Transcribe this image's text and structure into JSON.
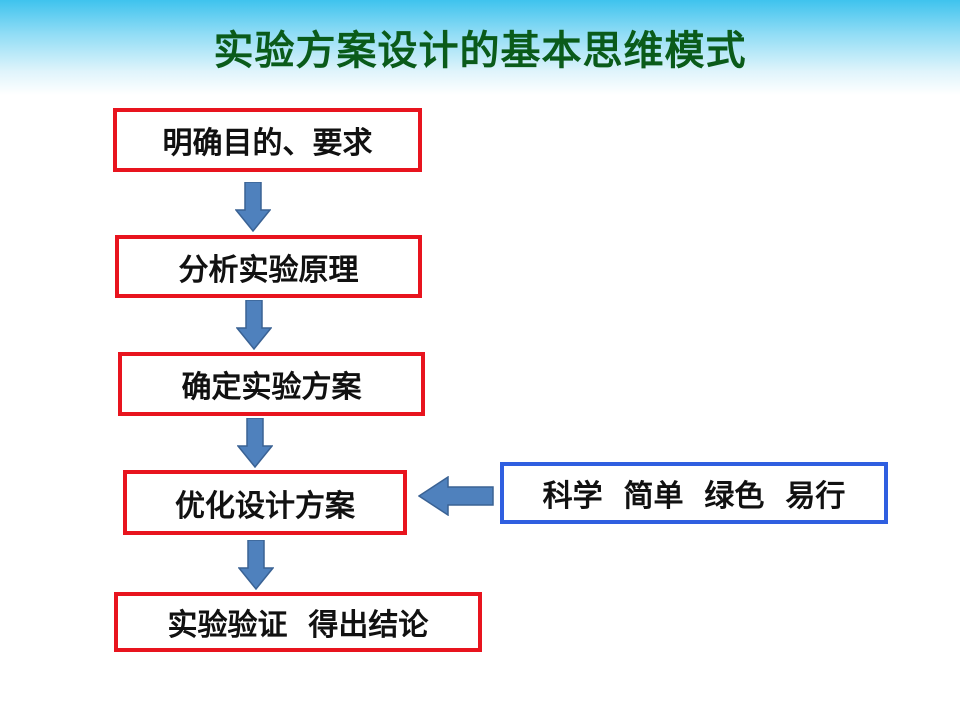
{
  "title": "实验方案设计的基本思维模式",
  "steps": [
    {
      "label": "明确目的、要求"
    },
    {
      "label": "分析实验原理"
    },
    {
      "label": "确定实验方案"
    },
    {
      "label": "优化设计方案"
    },
    {
      "label": "实验验证  得出结论"
    }
  ],
  "principles": {
    "label": "科学  简单  绿色  易行"
  },
  "colors": {
    "title": "#0a5b1a",
    "step_border": "#e8141e",
    "principles_border": "#2f5fe0",
    "arrow_fill": "#4f81bd",
    "arrow_stroke": "#3a6294"
  }
}
